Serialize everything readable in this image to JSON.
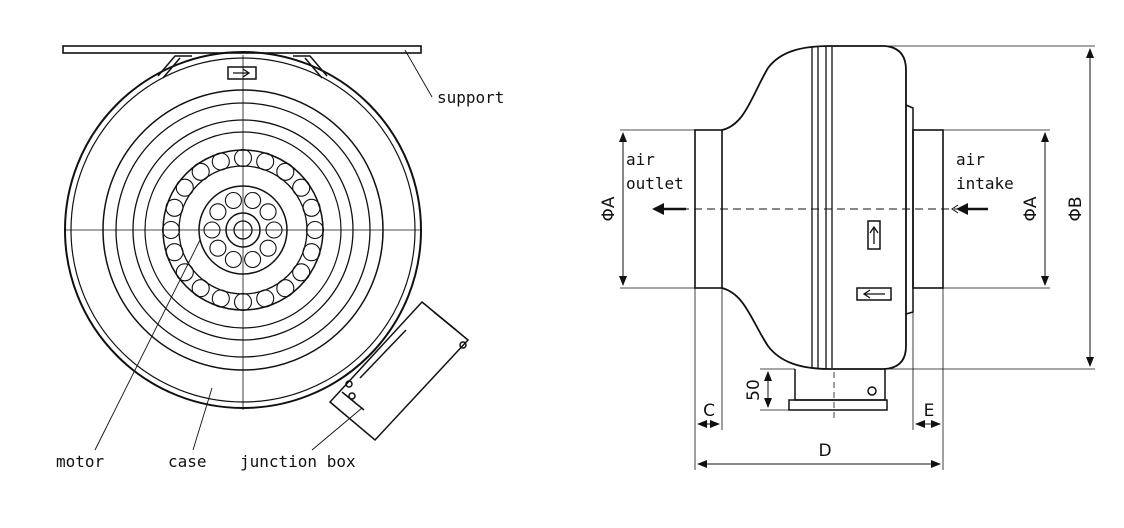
{
  "front_view": {
    "labels": {
      "support": "support",
      "motor": "motor",
      "case": "case",
      "junction_box": "junction box"
    }
  },
  "side_view": {
    "labels": {
      "air_outlet_line1": "air",
      "air_outlet_line2": "outlet",
      "air_intake_line1": "air",
      "air_intake_line2": "intake"
    },
    "dimensions": {
      "phi_a_left": "ΦA",
      "phi_a_right": "ΦA",
      "phi_b": "ΦB",
      "c": "C",
      "d": "D",
      "e": "E",
      "fifty": "50"
    }
  }
}
